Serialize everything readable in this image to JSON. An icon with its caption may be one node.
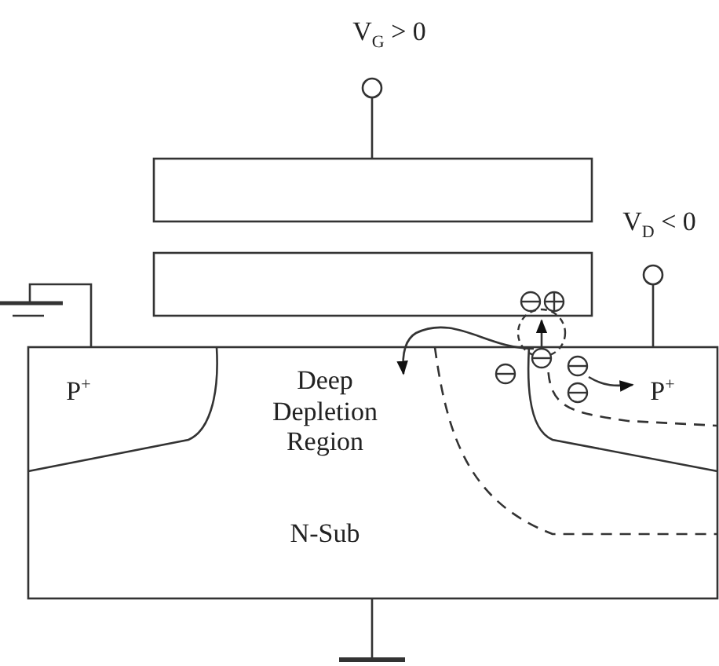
{
  "diagram": {
    "labels": [
      "V$_{G}$ > 0",
      "V$_{D}$ < 0",
      "P$^{+}$",
      "Deep Depletion Region",
      "P$^{+}$",
      "N-Sub"
    ]
  }
}
